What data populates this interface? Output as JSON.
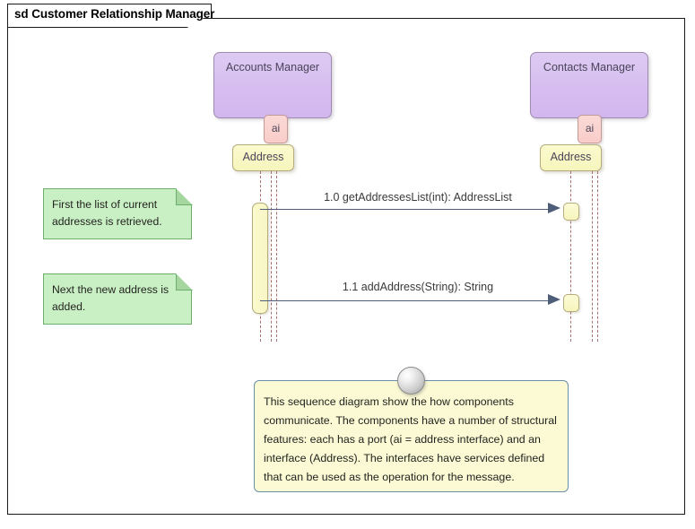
{
  "frame": {
    "tab_label": "sd Customer Relationship Manager",
    "stereotype": "sd",
    "diagram_name": "Customer Relationship Manager"
  },
  "colors": {
    "component_fill": "#d6bdf0",
    "component_border": "#9f8ab0",
    "port_fill": "#f9cdc9",
    "port_border": "#c49a96",
    "interface_fill": "#f7f5bd",
    "interface_border": "#b5ab7b",
    "lifeline": "#a5706f",
    "message": "#4e5d78",
    "note_green_fill": "#c9efc4",
    "note_green_border": "#6fae6a",
    "note_yellow_fill": "#fbfad5",
    "note_yellow_border": "#6a8fa8",
    "frame_border": "#1b1b1b"
  },
  "lifelines": [
    {
      "id": "accounts-manager",
      "component_label": "Accounts Manager",
      "port_label": "ai",
      "interface_label": "Address"
    },
    {
      "id": "contacts-manager",
      "component_label": "Contacts Manager",
      "port_label": "ai",
      "interface_label": "Address"
    }
  ],
  "messages": [
    {
      "id": "msg-1-0",
      "sequence": "1.0",
      "label": "1.0 getAddressesList(int): AddressList",
      "operation": "getAddressesList(int): AddressList",
      "from": "accounts-manager",
      "to": "contacts-manager",
      "arrow": "filled"
    },
    {
      "id": "msg-1-1",
      "sequence": "1.1",
      "label": "1.1 addAddress(String): String",
      "operation": "addAddress(String): String",
      "from": "accounts-manager",
      "to": "contacts-manager",
      "arrow": "filled"
    }
  ],
  "notes": [
    {
      "id": "note-first",
      "text": "First the list of current addresses is retrieved."
    },
    {
      "id": "note-next",
      "text": "Next the new address is added."
    }
  ],
  "summary_note": {
    "id": "note-summary",
    "text": "This sequence diagram show the how components communicate. The components have a number of structural features: each has a port (ai = address interface) and an interface (Address). The interfaces have services defined that can be used as the operation for the message."
  }
}
